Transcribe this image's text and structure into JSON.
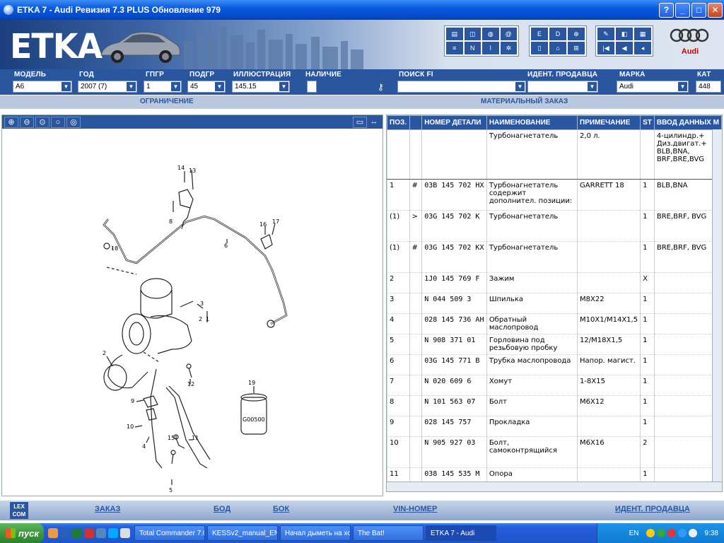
{
  "window": {
    "title": "ETKA 7 - Audi Ревизия 7.3 PLUS Обновление 979"
  },
  "banner": {
    "logo": "ETKA",
    "brand": "Audi"
  },
  "selectors": {
    "model": {
      "label": "МОДЕЛЬ",
      "value": "A6"
    },
    "year": {
      "label": "ГОД",
      "value": "2007 (7)"
    },
    "mg": {
      "label": "ГПГР",
      "value": "1"
    },
    "sg": {
      "label": "ПОДГР",
      "value": "45"
    },
    "illustration": {
      "label": "ИЛЛЮСТРАЦИЯ",
      "value": "145.15"
    },
    "availability": {
      "label": "НАЛИЧИЕ"
    },
    "search": {
      "label": "ПОИСК FI",
      "value": ""
    },
    "dealer_id": {
      "label": "ИДЕНТ. ПРОДАВЦА",
      "value": ""
    },
    "make": {
      "label": "МАРКА",
      "value": "Audi"
    },
    "catalog": {
      "label": "КАТ",
      "value": "448"
    }
  },
  "subbar": {
    "restriction": "ОГРАНИЧЕНИЕ",
    "material_order": "МАТЕРИАЛЬНЫЙ ЗАКАЗ"
  },
  "diagram": {
    "label_code": "G00500",
    "callouts": [
      "1",
      "2",
      "3",
      "4",
      "5",
      "6",
      "7",
      "8",
      "9",
      "10",
      "11",
      "12",
      "13",
      "14",
      "15",
      "16",
      "17",
      "18",
      "19"
    ]
  },
  "table": {
    "headers": {
      "pos": "ПОЗ.",
      "num": "НОМЕР ДЕТАЛИ",
      "name": "НАИМЕНОВАНИЕ",
      "note": "ПРИМЕЧАНИЕ",
      "st": "ST",
      "data": "ВВОД ДАННЫХ М"
    },
    "header_row": {
      "name": "Турбонагнетатель",
      "note": "2,0 л.",
      "data": "4-цилиндр.+ Диз.двигат.+ BLB,BNA, BRF,BRE,BVG"
    },
    "rows": [
      {
        "pos": "1",
        "mark": "#",
        "num": "03B 145 702 HX",
        "name": "Турбонагнетатель содержит дополнител. позиции:",
        "note": "GARRETT 18",
        "st": "1",
        "data": "BLB,BNA"
      },
      {
        "pos": "(1)",
        "mark": ">",
        "num": "03G 145 702 K",
        "name": "Турбонагнетатель",
        "note": "",
        "st": "1",
        "data": "BRE,BRF, BVG"
      },
      {
        "pos": "(1)",
        "mark": "#",
        "num": "03G 145 702 KX",
        "name": "Турбонагнетатель",
        "note": "",
        "st": "1",
        "data": "BRE,BRF, BVG"
      },
      {
        "pos": "2",
        "mark": "",
        "num": "1J0 145 769 F",
        "name": "Зажим",
        "note": "",
        "st": "X",
        "data": ""
      },
      {
        "pos": "3",
        "mark": "",
        "num": "N 044 509 3",
        "name": "Шпилька",
        "note": "M8X22",
        "st": "1",
        "data": ""
      },
      {
        "pos": "4",
        "mark": "",
        "num": "028 145 736 AH",
        "name": "Обратный маслопровод",
        "note": "M10X1/M14X1,5",
        "st": "1",
        "data": ""
      },
      {
        "pos": "5",
        "mark": "",
        "num": "N 908 371 01",
        "name": "Горловина под резьбовую пробку",
        "note": "12/M18X1,5",
        "st": "1",
        "data": ""
      },
      {
        "pos": "6",
        "mark": "",
        "num": "03G 145 771 B",
        "name": "Трубка маслопровода",
        "note": "Напор. магист.",
        "st": "1",
        "data": ""
      },
      {
        "pos": "7",
        "mark": "",
        "num": "N 020 609 6",
        "name": "Хомут",
        "note": "1-8X15",
        "st": "1",
        "data": ""
      },
      {
        "pos": "8",
        "mark": "",
        "num": "N 101 563 07",
        "name": "Болт",
        "note": "M6X12",
        "st": "1",
        "data": ""
      },
      {
        "pos": "9",
        "mark": "",
        "num": "028 145 757",
        "name": "Прокладка",
        "note": "",
        "st": "1",
        "data": ""
      },
      {
        "pos": "10",
        "mark": "",
        "num": "N 905 927 03",
        "name": "Болт, самоконтрящийся",
        "note": "M6X16",
        "st": "2",
        "data": ""
      },
      {
        "pos": "11",
        "mark": "",
        "num": "038 145 535 M",
        "name": "Опора",
        "note": "",
        "st": "1",
        "data": ""
      }
    ]
  },
  "bottom_buttons": {
    "lexcom": "LEX COM",
    "order": "ЗАКАЗ",
    "bod": "БОД",
    "bok": "БОК",
    "vin": "VIN-НОМЕР",
    "dealer": "ИДЕНТ. ПРОДАВЦА"
  },
  "taskbar": {
    "start": "пуск",
    "tasks": [
      "Total Commander 7.0...",
      "KESSv2_manual_EN....",
      "Начал дыметь на хо...",
      "The Bat!",
      "ETKA 7 - Audi"
    ],
    "lang": "EN",
    "clock": "9:38"
  }
}
